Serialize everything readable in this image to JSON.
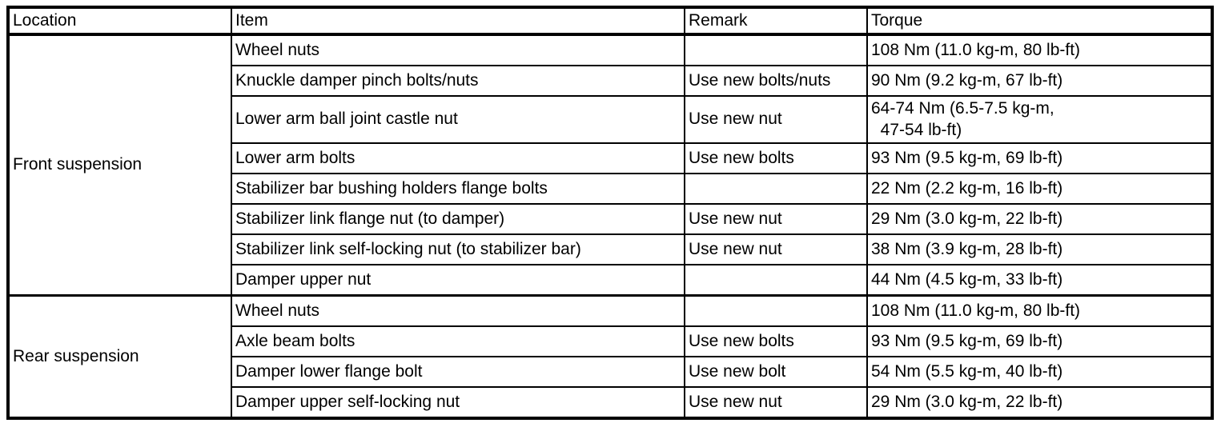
{
  "page": {
    "background": "#ffffff",
    "border_color": "#000000",
    "text_color": "#000000"
  },
  "table": {
    "headers": [
      "Location",
      "Item",
      "Remark",
      "Torque"
    ],
    "sections": [
      {
        "location": "Front suspension",
        "rows": [
          {
            "item": "Wheel nuts",
            "remark": "",
            "torque": "108 Nm (11.0 kg-m, 80 lb-ft)"
          },
          {
            "item": "Knuckle damper pinch bolts/nuts",
            "remark": "Use new bolts/nuts",
            "torque": "90 Nm (9.2 kg-m, 67 lb-ft)"
          },
          {
            "item": "Lower arm ball joint castle nut",
            "remark": "Use new nut",
            "torque": "64-74 Nm (6.5-7.5 kg-m,\n  47-54 lb-ft)"
          },
          {
            "item": "Lower arm bolts",
            "remark": "Use new bolts",
            "torque": "93 Nm (9.5 kg-m, 69 lb-ft)"
          },
          {
            "item": "Stabilizer bar bushing holders flange bolts",
            "remark": "",
            "torque": "22 Nm (2.2 kg-m, 16 lb-ft)"
          },
          {
            "item": "Stabilizer link flange nut (to damper)",
            "remark": "Use new nut",
            "torque": "29 Nm (3.0 kg-m, 22 lb-ft)"
          },
          {
            "item": "Stabilizer link self-locking nut (to stabilizer bar)",
            "remark": "Use new nut",
            "torque": "38 Nm (3.9 kg-m, 28 lb-ft)"
          },
          {
            "item": "Damper upper nut",
            "remark": "",
            "torque": "44 Nm (4.5 kg-m, 33 lb-ft)"
          }
        ]
      },
      {
        "location": "Rear suspension",
        "rows": [
          {
            "item": "Wheel nuts",
            "remark": "",
            "torque": "108 Nm (11.0 kg-m, 80 lb-ft)"
          },
          {
            "item": "Axle beam bolts",
            "remark": "Use new bolts",
            "torque": "93 Nm (9.5 kg-m, 69 lb-ft)"
          },
          {
            "item": "Damper lower flange bolt",
            "remark": "Use new bolt",
            "torque": "54 Nm (5.5 kg-m, 40 lb-ft)"
          },
          {
            "item": "Damper upper self-locking nut",
            "remark": "Use new nut",
            "torque": "29 Nm (3.0 kg-m, 22 lb-ft)"
          }
        ]
      }
    ]
  }
}
